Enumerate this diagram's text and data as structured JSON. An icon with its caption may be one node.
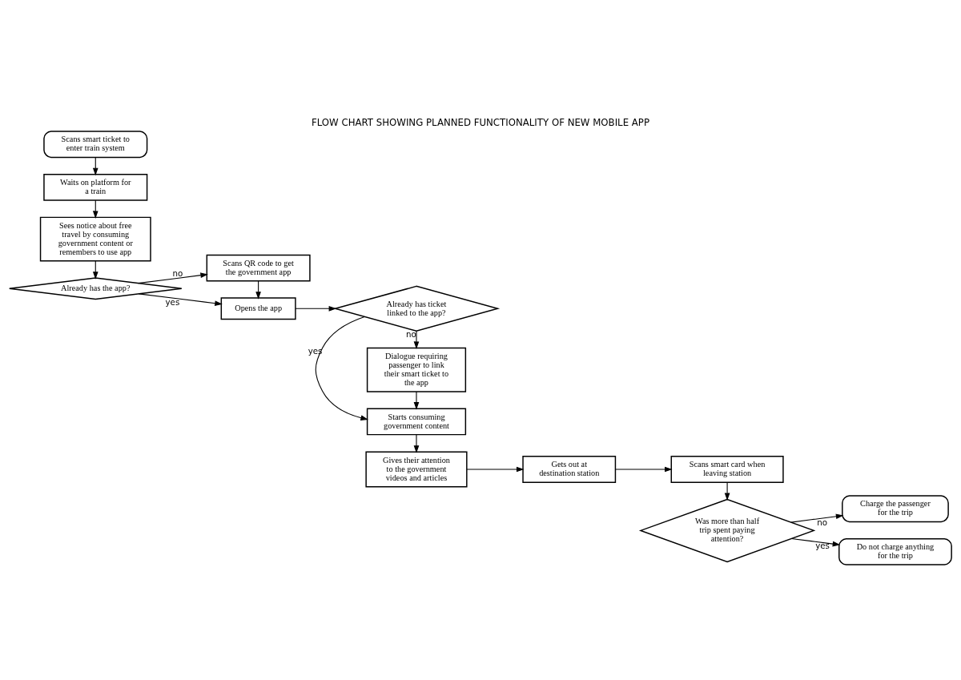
{
  "diagram": {
    "title": "FLOW CHART SHOWING PLANNED FUNCTIONALITY OF NEW MOBILE APP",
    "nodes": [
      {
        "text": [
          "Scans smart ticket to enter train system"
        ]
      },
      {
        "text": [
          "Waits on platform for a train"
        ]
      },
      {
        "text": [
          "Sees notice about free travel by consuming government content or remembers to use app"
        ]
      },
      {
        "text": [
          "Already has the app?"
        ]
      },
      {
        "text": [
          "Scans QR code to get the government app"
        ]
      },
      {
        "text": [
          "Opens the app"
        ]
      },
      {
        "text": [
          "Already has ticket linked to the app?"
        ]
      },
      {
        "text": [
          "Dialogue requiring passenger to link their smart ticket to the app"
        ]
      },
      {
        "text": [
          "Starts consuming government content"
        ]
      },
      {
        "text": [
          "Gives their attention to the government videos and articles"
        ]
      },
      {
        "text": [
          "Gets out at destination station"
        ]
      },
      {
        "text": [
          "Scans smart card when leaving station"
        ]
      },
      {
        "text": [
          "Was more than half trip spent paying attention?"
        ]
      },
      {
        "text": [
          "Charge the passenger for the trip"
        ]
      },
      {
        "text": [
          "Do not charge anything for the trip"
        ]
      }
    ],
    "edges": [
      {
        "from": 0,
        "to": 1,
        "arrow": "to"
      },
      {
        "from": 1,
        "to": 2,
        "arrow": "to"
      },
      {
        "from": 2,
        "to": 3,
        "arrow": "to"
      },
      {
        "from": 3,
        "to": 4,
        "arrow": "to",
        "label": "no"
      },
      {
        "from": 3,
        "to": 5,
        "arrow": "to",
        "label": "yes"
      },
      {
        "from": 4,
        "to": 5,
        "arrow": "to"
      },
      {
        "from": 5,
        "to": 6,
        "arrow": "to"
      },
      {
        "from": 6,
        "to": 8,
        "arrow": "to",
        "label": "yes"
      },
      {
        "from": 6,
        "to": 7,
        "arrow": "to",
        "label": "no"
      },
      {
        "from": 7,
        "to": 8,
        "arrow": "to"
      },
      {
        "from": 8,
        "to": 9,
        "arrow": "to"
      },
      {
        "from": 9,
        "to": 10,
        "arrow": "to"
      },
      {
        "from": 10,
        "to": 11,
        "arrow": "to"
      },
      {
        "from": 11,
        "to": 12,
        "arrow": "to"
      },
      {
        "from": 12,
        "to": 13,
        "arrow": "to",
        "label": "no"
      },
      {
        "from": 12,
        "to": 14,
        "arrow": "to",
        "label": "yes"
      }
    ]
  }
}
